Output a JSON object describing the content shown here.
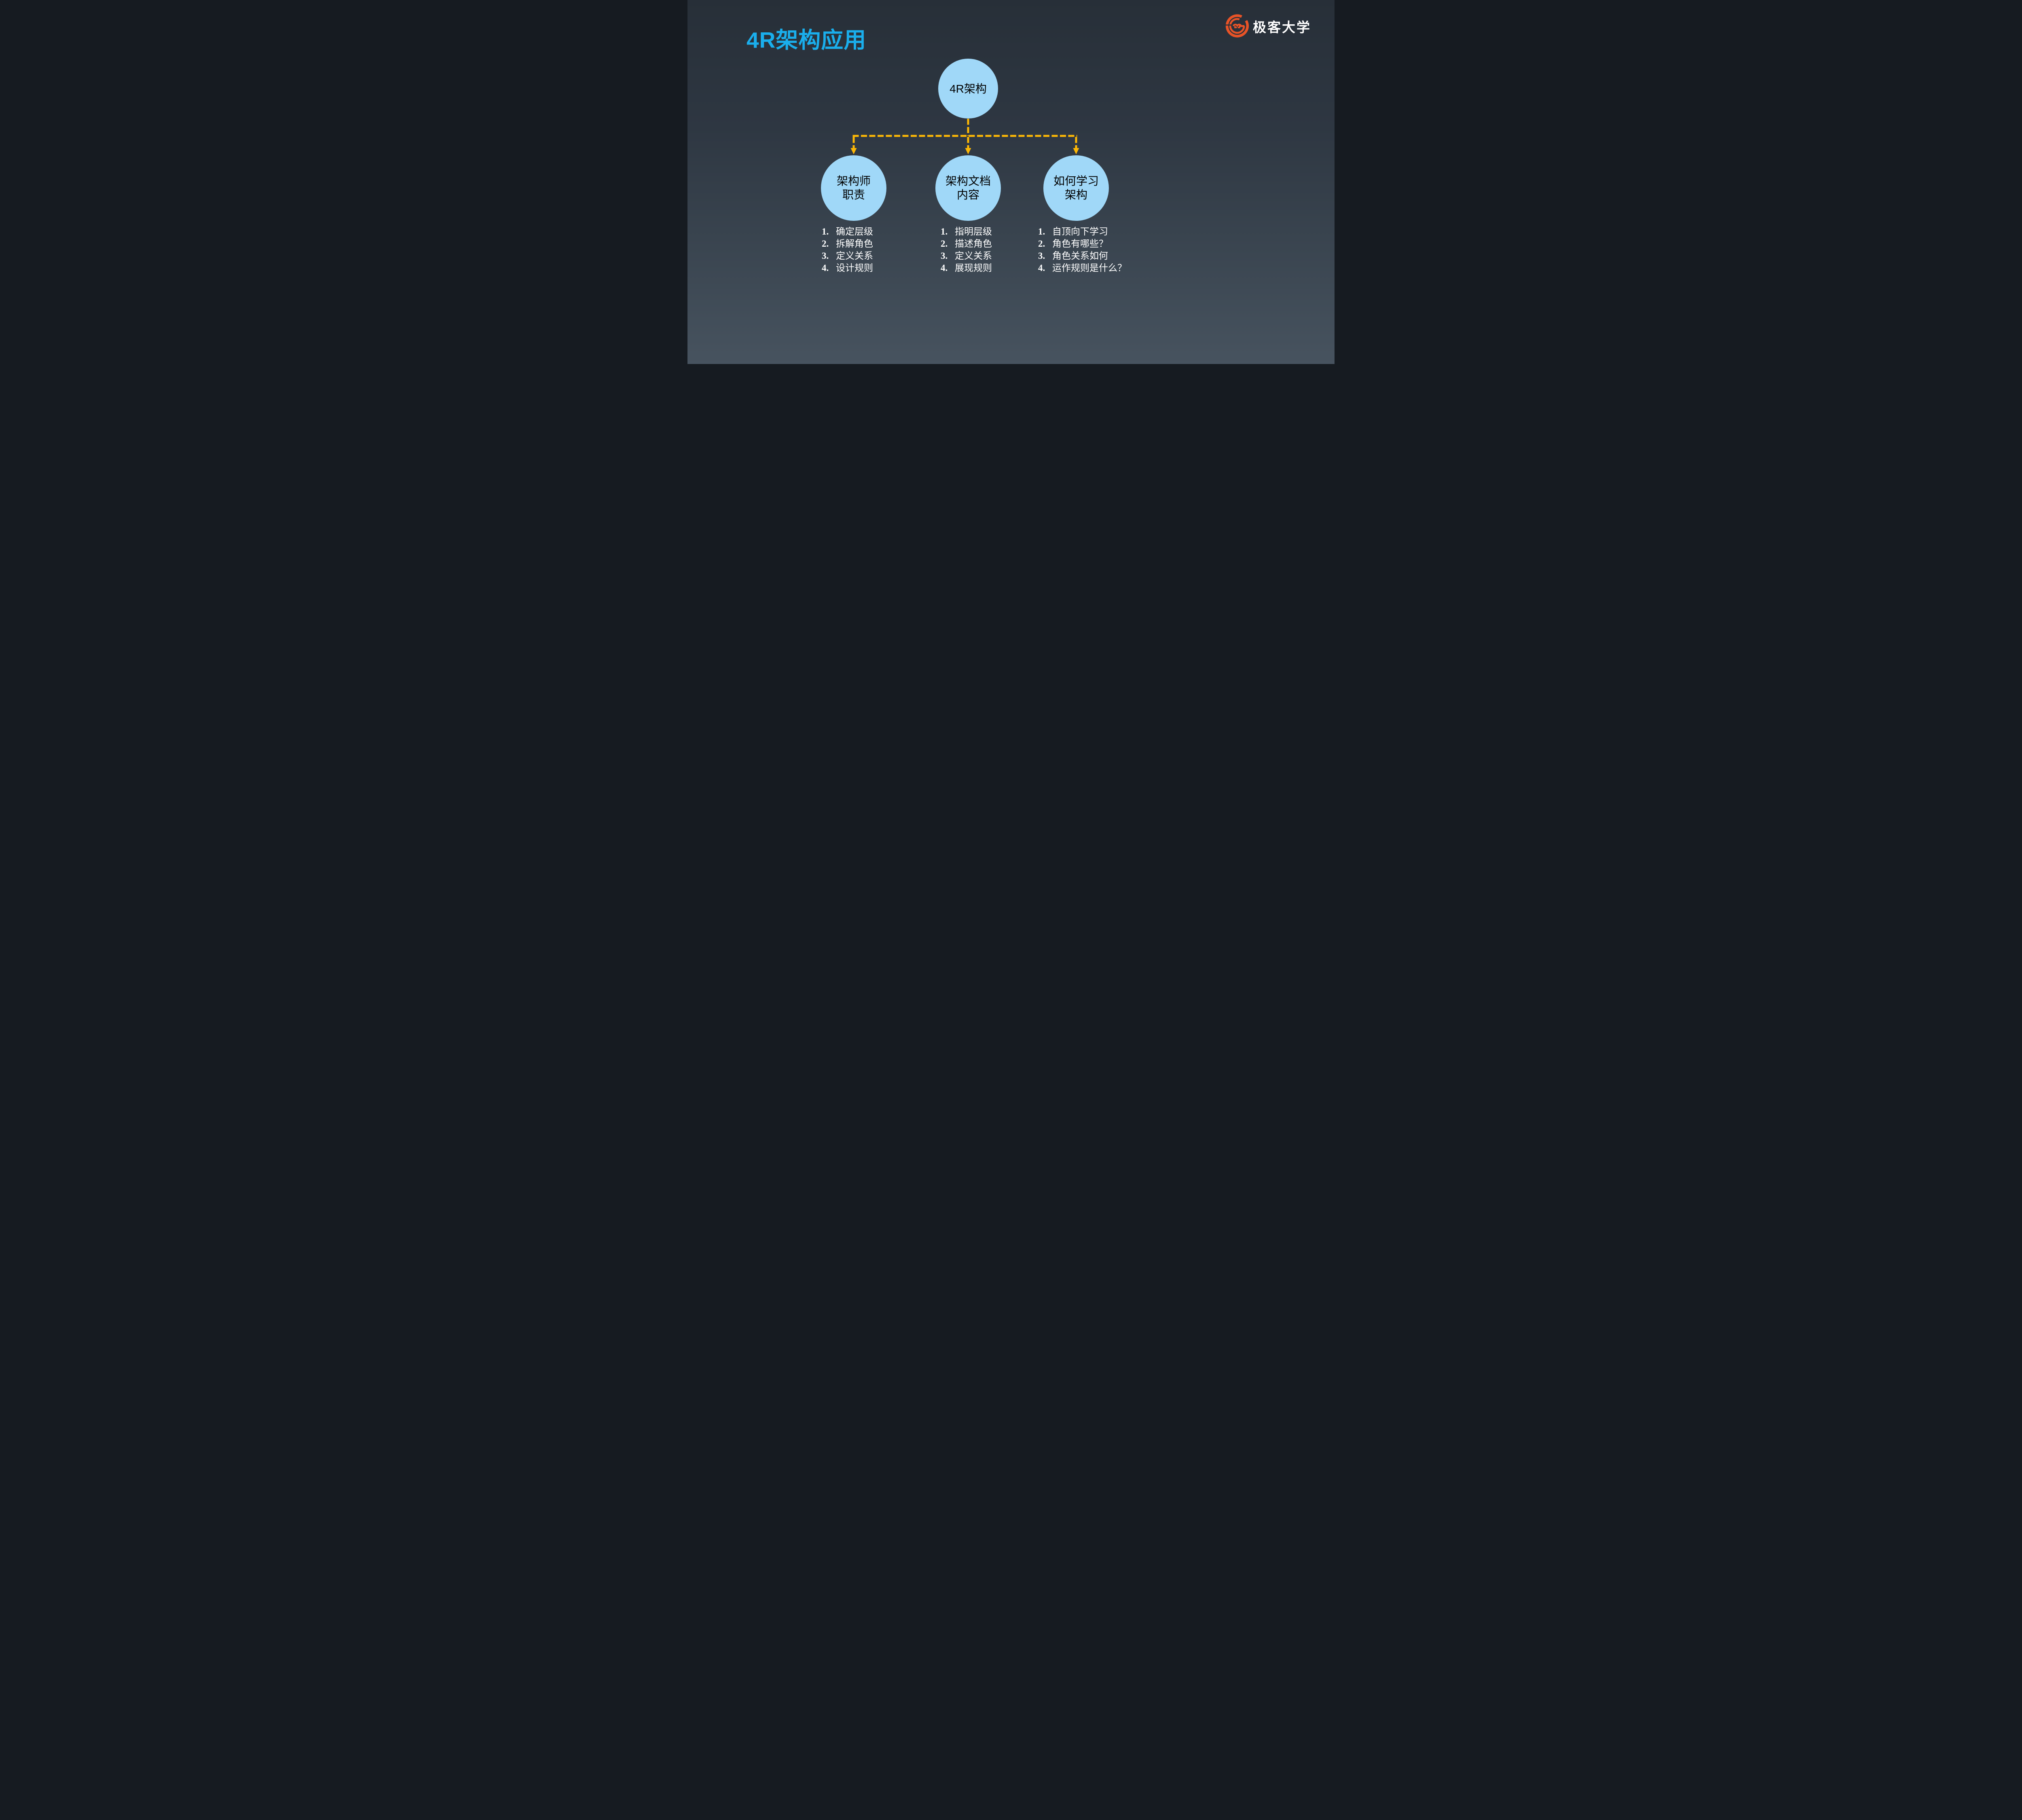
{
  "title": "4R架构应用",
  "logo": {
    "brand": "极客大学",
    "icon": "geekbang-g-logo"
  },
  "colors": {
    "title_blue": "#1aaeec",
    "connector_yellow": "#fcb705",
    "node_fill": "#a0d8f8",
    "node_text": "#000000",
    "list_text": "#ffffff",
    "logo_orange": "#e85327",
    "background_top": "#272f38",
    "background_bottom": "#47535f"
  },
  "tree": {
    "root": {
      "label": "4R架构"
    },
    "children": [
      {
        "line1": "架构师",
        "line2": "职责",
        "items": [
          {
            "num": "1.",
            "text": "确定层级"
          },
          {
            "num": "2.",
            "text": "拆解角色"
          },
          {
            "num": "3.",
            "text": "定义关系"
          },
          {
            "num": "4.",
            "text": "设计规则"
          }
        ]
      },
      {
        "line1": "架构文档",
        "line2": "内容",
        "items": [
          {
            "num": "1.",
            "text": "指明层级"
          },
          {
            "num": "2.",
            "text": "描述角色"
          },
          {
            "num": "3.",
            "text": "定义关系"
          },
          {
            "num": "4.",
            "text": "展现规则"
          }
        ]
      },
      {
        "line1": "如何学习",
        "line2": "架构",
        "items": [
          {
            "num": "1.",
            "text": "自顶向下学习"
          },
          {
            "num": "2.",
            "text": "角色有哪些？"
          },
          {
            "num": "3.",
            "text": "角色关系如何"
          },
          {
            "num": "4.",
            "text": "运作规则是什么？"
          }
        ]
      }
    ]
  }
}
